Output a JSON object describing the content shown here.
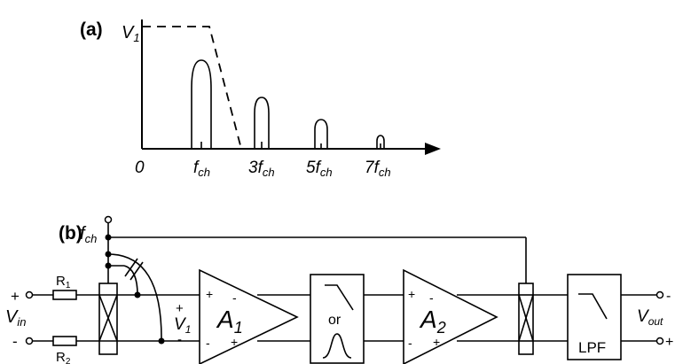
{
  "panel_a": {
    "label": "(a)",
    "v1": {
      "main": "V",
      "sub": "1"
    },
    "x_ticks": [
      {
        "pre": "0",
        "main": "",
        "sub": ""
      },
      {
        "pre": "",
        "main": "f",
        "sub": "ch"
      },
      {
        "pre": "3",
        "main": "f",
        "sub": "ch"
      },
      {
        "pre": "5",
        "main": "f",
        "sub": "ch"
      },
      {
        "pre": "7",
        "main": "f",
        "sub": "ch"
      }
    ],
    "peaks": [
      {
        "harmonic": 1,
        "relative_height": 1.0
      },
      {
        "harmonic": 3,
        "relative_height": 0.58
      },
      {
        "harmonic": 5,
        "relative_height": 0.3
      },
      {
        "harmonic": 7,
        "relative_height": 0.12
      }
    ]
  },
  "panel_b": {
    "label": "(b)",
    "clock": {
      "main": "f",
      "sub": "ch"
    },
    "input_plus": "+",
    "input_minus": "-",
    "vin": {
      "main": "V",
      "sub": "in"
    },
    "r1": {
      "main": "R",
      "sub": "1"
    },
    "r2": {
      "main": "R",
      "sub": "2"
    },
    "v1": {
      "main": "V",
      "sub": "1"
    },
    "v1_plus": "+",
    "v1_minus": "-",
    "a1": {
      "main": "A",
      "sub": "1"
    },
    "a2": {
      "main": "A",
      "sub": "2"
    },
    "a1_signs": {
      "in_top": "+",
      "in_bot": "-",
      "out_top": "-",
      "out_bot": "+"
    },
    "a2_signs": {
      "in_top": "+",
      "in_bot": "-",
      "out_top": "-",
      "out_bot": "+"
    },
    "filter_or": "or",
    "lpf": "LPF",
    "vout": {
      "main": "V",
      "sub": "out"
    },
    "output_minus": "-",
    "output_plus": "+"
  }
}
